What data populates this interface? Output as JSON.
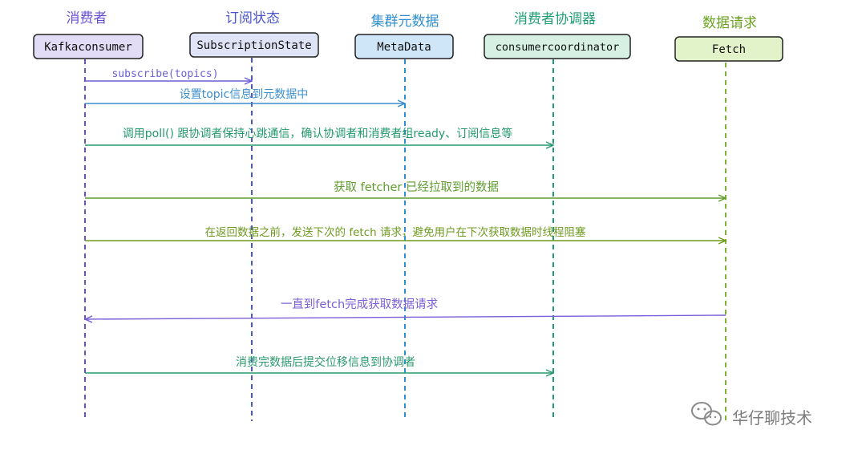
{
  "participants": [
    {
      "id": "kafka",
      "caption": "消费者",
      "name": "Kafkaconsumer",
      "color": "#6a4fd4",
      "fill": "#e3dcf6"
    },
    {
      "id": "sub",
      "caption": "订阅状态",
      "name": "SubscriptionState",
      "color": "#4a55cf",
      "fill": "#dfe3f6"
    },
    {
      "id": "meta",
      "caption": "集群元数据",
      "name": "MetaData",
      "color": "#2f8fd0",
      "fill": "#cfe6f8"
    },
    {
      "id": "coord",
      "caption": "消费者协调器",
      "name": "consumercoordinator",
      "color": "#1f9e72",
      "fill": "#d6f0e3"
    },
    {
      "id": "fetch",
      "caption": "数据请求",
      "name": "Fetch",
      "color": "#7fb23a",
      "fill": "#e2f2c9"
    }
  ],
  "messages": [
    {
      "id": "m1",
      "text": "subscribe(topics)",
      "color": "#6a5fd6"
    },
    {
      "id": "m2",
      "text": "设置topic信息到元数据中",
      "color": "#3c8fcf"
    },
    {
      "id": "m3",
      "text": "调用poll() 跟协调者保持心跳通信，确认协调者和消费者组ready、订阅信息等",
      "color": "#22996b"
    },
    {
      "id": "m4",
      "text": "获取 fetcher 已经拉取到的数据",
      "color": "#5f9e2e"
    },
    {
      "id": "m5",
      "text": "在返回数据之前，发送下次的 fetch 请求，避免用户在下次获取数据时线程阻塞",
      "color": "#6e9a1f"
    },
    {
      "id": "m6",
      "text": "一直到fetch完成获取数据请求",
      "color": "#7a5fd6"
    },
    {
      "id": "m7",
      "text": "消费完数据后提交位移信息到协调者",
      "color": "#2a9a6e"
    }
  ],
  "watermark": {
    "text": "华仔聊技术",
    "icon": "wechat-icon"
  }
}
